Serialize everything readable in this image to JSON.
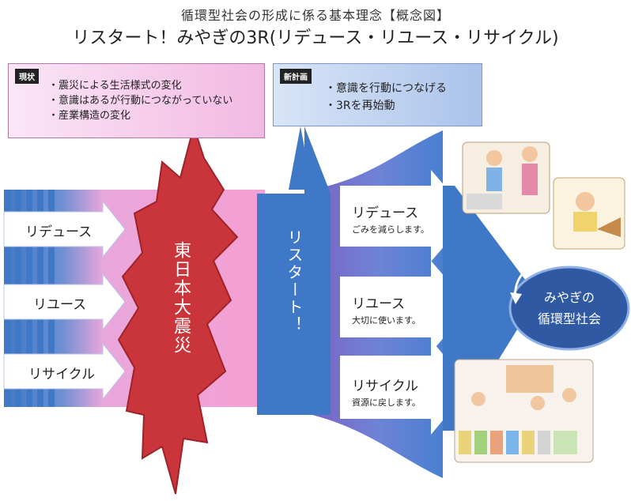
{
  "header": {
    "title": "循環型社会の形成に係る基本理念【概念図】",
    "subtitle": "リスタート！みやぎの3R(リデュース・リユース・リサイクル)"
  },
  "current_box": {
    "tag": "現状",
    "items": [
      "・震災による生活様式の変化",
      "・意識はあるが行動につながっていない",
      "・産業構造の変化"
    ]
  },
  "plan_box": {
    "tag": "新計画",
    "items": [
      "・意識を行動につなげる",
      "・3Rを再始動"
    ]
  },
  "left_arrows": [
    "リデュース",
    "リユース",
    "リサイクル"
  ],
  "earthquake": "東日本大震災",
  "restart": "リスタート！",
  "right_items": [
    {
      "label": "リデュース",
      "desc": "ごみを減らします。"
    },
    {
      "label": "リユース",
      "desc": "大切に使います。"
    },
    {
      "label": "リサイクル",
      "desc": "資源に戻します。"
    }
  ],
  "goal": {
    "line1": "みやぎの",
    "line2": "循環型社会"
  },
  "colors": {
    "blue": "#3f78c6",
    "pink": "#f4a3d8",
    "red": "#c9353b",
    "navy": "#2f5aa3"
  },
  "icons": [
    "shop-illustration-icon",
    "diy-repair-illustration-icon",
    "recycling-illustration-icon"
  ]
}
